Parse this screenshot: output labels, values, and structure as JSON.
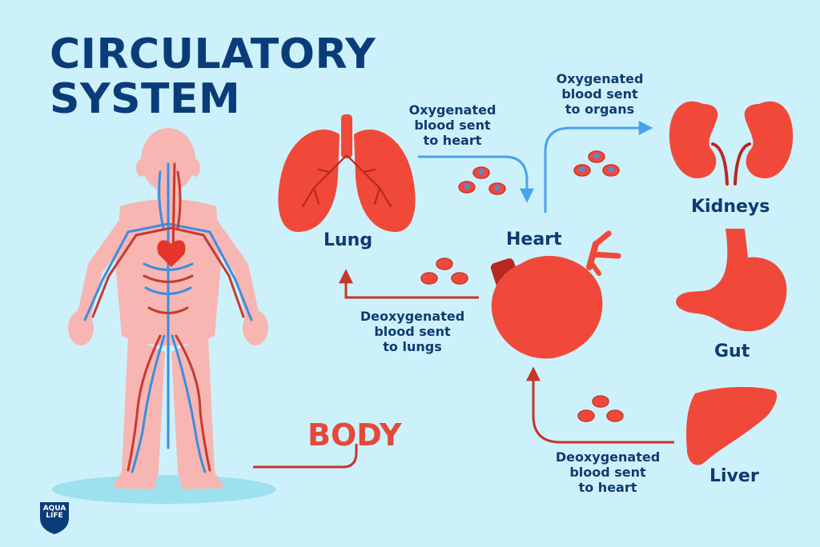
{
  "title": {
    "line1": "CIRCULATORY",
    "line2": "SYSTEM"
  },
  "labels": {
    "lung": "Lung",
    "heart": "Heart",
    "kidneys": "Kidneys",
    "gut": "Gut",
    "liver": "Liver",
    "body": "BODY"
  },
  "captions": {
    "lung_to_heart": [
      "Oxygenated",
      "blood sent",
      "to heart"
    ],
    "heart_to_organs": [
      "Oxygenated",
      "blood sent",
      "to organs"
    ],
    "heart_to_lungs": [
      "Deoxygenated",
      "blood sent",
      "to lungs"
    ],
    "organs_to_heart": [
      "Deoxygenated",
      "blood sent",
      "to heart"
    ]
  },
  "logo": {
    "line1": "AQUA",
    "line2": "LIFE"
  },
  "colors": {
    "background": "#cdf1fb",
    "organ": "#f0493a",
    "title": "#0b3c7a",
    "oxygenated_arrow": "#4aa2ea",
    "deoxygenated_arrow": "#c8352a",
    "body_label": "#e5493a"
  }
}
